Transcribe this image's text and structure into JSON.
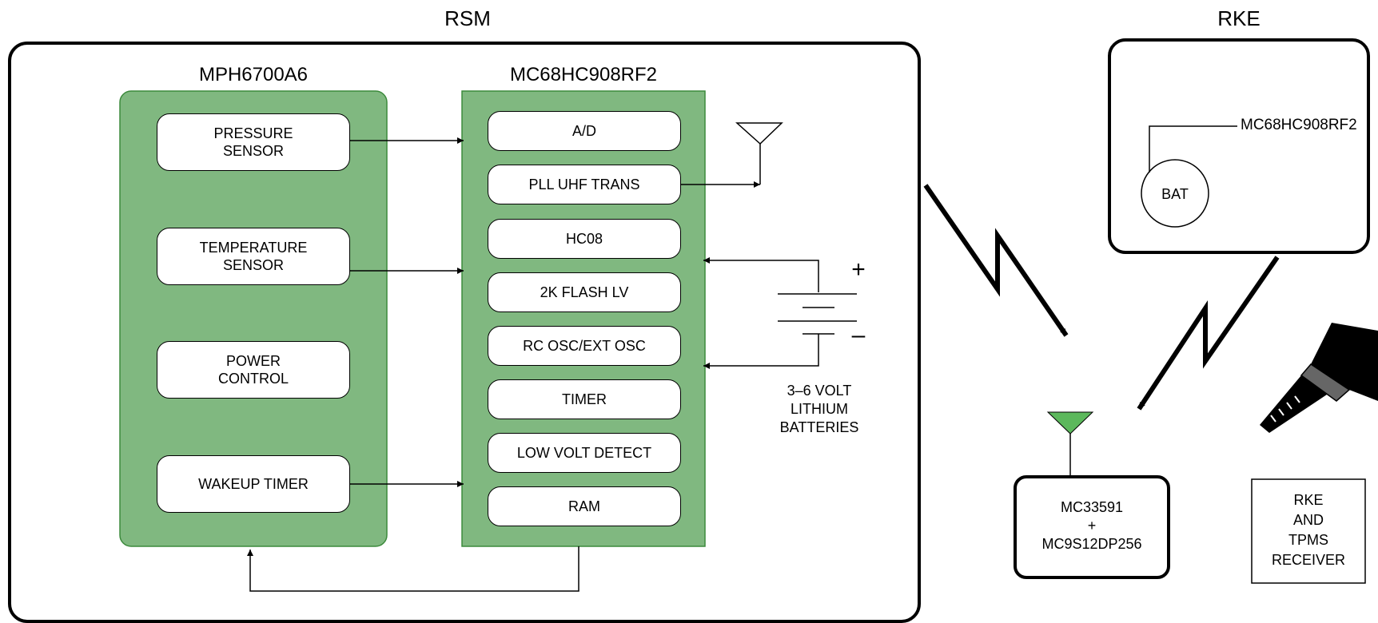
{
  "rsm": {
    "title": "RSM",
    "sensor_chip": {
      "title": "MPH6700A6",
      "blocks": [
        "PRESSURE\nSENSOR",
        "TEMPERATURE\nSENSOR",
        "POWER\nCONTROL",
        "WAKEUP TIMER"
      ]
    },
    "mcu_chip": {
      "title": "MC68HC908RF2",
      "blocks": [
        "A/D",
        "PLL UHF TRANS",
        "HC08",
        "2K FLASH LV",
        "RC OSC/EXT OSC",
        "TIMER",
        "LOW VOLT DETECT",
        "RAM"
      ]
    },
    "battery": {
      "plus": "+",
      "minus": "–",
      "label": "3–6 VOLT\nLITHIUM\nBATTERIES"
    }
  },
  "rke": {
    "title": "RKE",
    "battery_label": "BAT",
    "chip_label": "MC68HC908RF2"
  },
  "receiver": {
    "chip_label": "MC33591\n+\nMC9S12DP256",
    "caption": "RKE\nAND\nTPMS\nRECEIVER"
  },
  "colors": {
    "chip_fill": "#80b880",
    "chip_border": "#3c8a3c",
    "antenna_fill": "#5cb85c"
  }
}
